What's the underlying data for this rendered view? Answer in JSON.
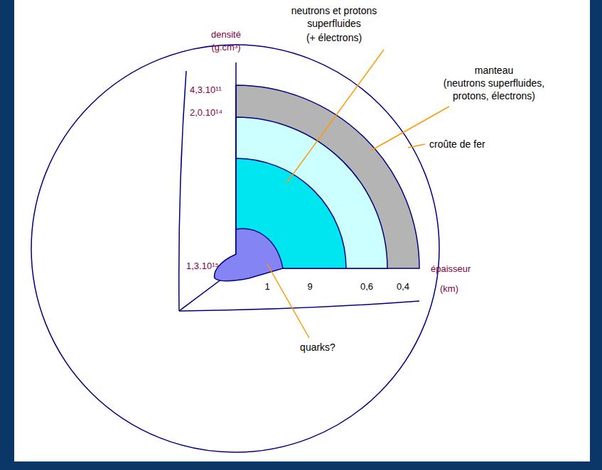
{
  "diagram": {
    "labels": [
      "densité",
      "(g.cm³)",
      "4,3.10¹¹",
      "2,0.10¹⁴",
      "1,3.10¹⁵",
      "neutrons et protons superfluides",
      "(+ électrons)",
      "manteau",
      "(neutrons superfluides, protons, électrons)",
      "croûte de fer",
      "épaisseur",
      "(km)",
      "1",
      "9",
      "0,6",
      "0,4",
      "quarks?"
    ]
  }
}
